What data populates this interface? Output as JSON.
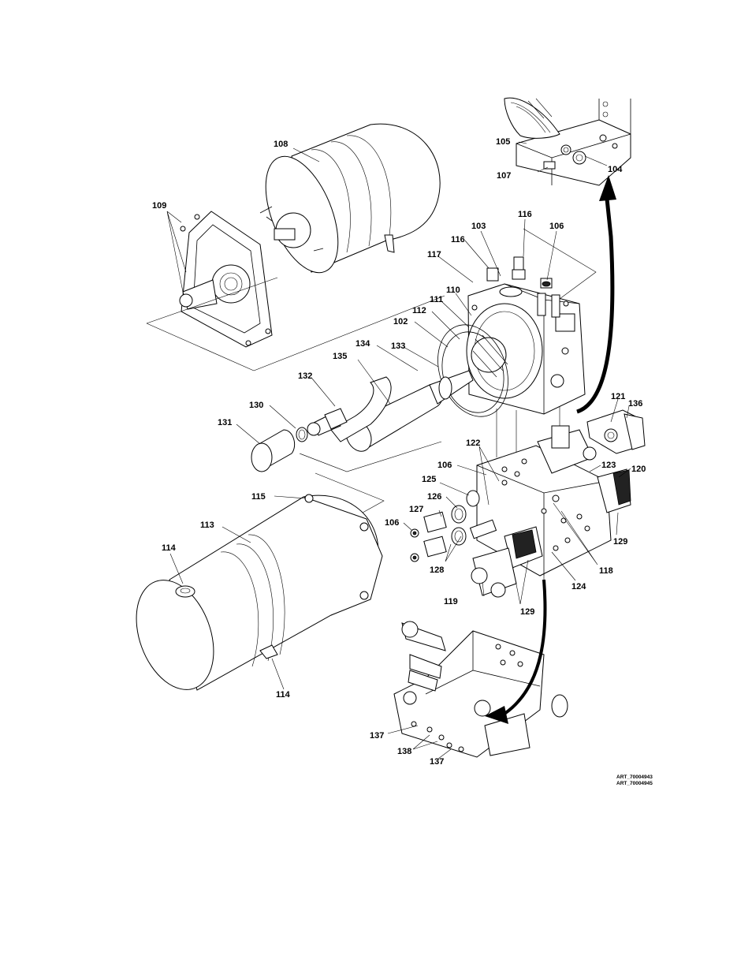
{
  "diagram": {
    "callouts": [
      "108",
      "109",
      "105",
      "107",
      "104",
      "116",
      "103",
      "116",
      "106",
      "117",
      "110",
      "111",
      "112",
      "102",
      "134",
      "133",
      "135",
      "132",
      "130",
      "131",
      "121",
      "136",
      "122",
      "106",
      "123",
      "120",
      "125",
      "126",
      "115",
      "127",
      "106",
      "113",
      "128",
      "114",
      "119",
      "129",
      "124",
      "118",
      "129",
      "114",
      "137",
      "138",
      "137"
    ],
    "art_numbers": [
      "ART_70004943",
      "ART_70004945"
    ]
  }
}
